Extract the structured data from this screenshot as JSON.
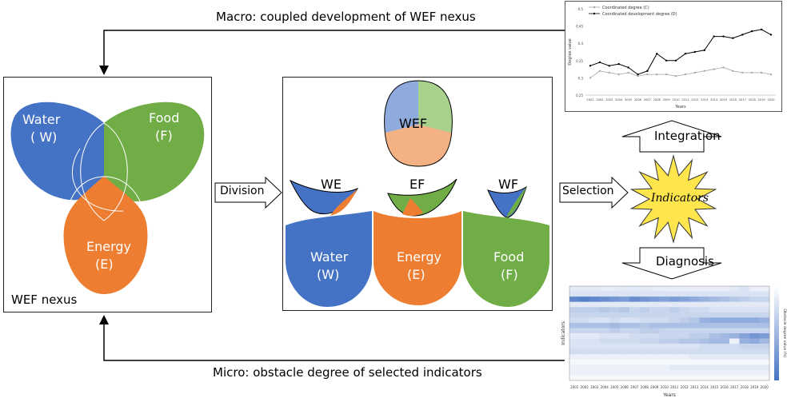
{
  "arrows": {
    "macro": "Macro: coupled development of WEF nexus",
    "micro": "Micro: obstacle degree of selected indicators",
    "division": "Division",
    "selection": "Selection",
    "integration": "Integration",
    "diagnosis": "Diagnosis"
  },
  "nexus": {
    "caption": "WEF nexus",
    "water": {
      "name": "Water",
      "code": "( W)"
    },
    "food": {
      "name": "Food",
      "code": "(F)"
    },
    "energy": {
      "name": "Energy",
      "code": "(E)"
    }
  },
  "division_panel": {
    "top": "WEF",
    "pairs": [
      "WE",
      "EF",
      "WF"
    ],
    "water": {
      "name": "Water",
      "code": "(W)"
    },
    "energy": {
      "name": "Energy",
      "code": "(E)"
    },
    "food": {
      "name": "Food",
      "code": "(F)"
    }
  },
  "indicators_label": "Indicators",
  "colors": {
    "water": "#4472c4",
    "food": "#70ad47",
    "energy": "#ed7d31",
    "wef_water": "#8faadc",
    "wef_food": "#a9d18e",
    "wef_energy": "#f4b183",
    "burst": "#ffe64d"
  },
  "chart_data": [
    {
      "type": "line",
      "x": [
        "2001",
        "2002",
        "2003",
        "2004",
        "2005",
        "2006",
        "2007",
        "2008",
        "2009",
        "2010",
        "2011",
        "2012",
        "2013",
        "2014",
        "2015",
        "2016",
        "2017",
        "2018",
        "2019",
        "2020"
      ],
      "series": [
        {
          "name": "Coordinated degree (C)",
          "color": "#a6a6a6",
          "values": [
            0.3,
            0.32,
            0.315,
            0.31,
            0.315,
            0.305,
            0.31,
            0.31,
            0.31,
            0.305,
            0.31,
            0.315,
            0.32,
            0.325,
            0.33,
            0.32,
            0.315,
            0.315,
            0.315,
            0.31
          ]
        },
        {
          "name": "Coordinated development degree (D)",
          "color": "#000000",
          "values": [
            0.335,
            0.345,
            0.335,
            0.34,
            0.33,
            0.31,
            0.32,
            0.37,
            0.35,
            0.35,
            0.37,
            0.375,
            0.38,
            0.42,
            0.42,
            0.415,
            0.425,
            0.435,
            0.44,
            0.425
          ]
        }
      ],
      "xlabel": "Years",
      "ylabel": "Degree value",
      "yticks": [
        "0.25",
        "0.3",
        "0.35",
        "0.4",
        "0.45",
        "0.5"
      ],
      "ylim": [
        0.25,
        0.5
      ],
      "legend": "top-left"
    },
    {
      "type": "heatmap",
      "x": [
        "2001",
        "2002",
        "2003",
        "2004",
        "2005",
        "2006",
        "2007",
        "2008",
        "2009",
        "2010",
        "2011",
        "2012",
        "2013",
        "2014",
        "2015",
        "2016",
        "2017",
        "2018",
        "2019",
        "2020"
      ],
      "rows": 18,
      "values": [
        [
          0.15,
          0.15,
          0.15,
          0.14,
          0.14,
          0.15,
          0.16,
          0.15,
          0.14,
          0.14,
          0.13,
          0.13,
          0.12,
          0.12,
          0.12,
          0.12,
          0.15,
          0.2,
          0.12,
          0.1
        ],
        [
          0.2,
          0.2,
          0.2,
          0.2,
          0.2,
          0.2,
          0.2,
          0.2,
          0.2,
          0.2,
          0.2,
          0.2,
          0.2,
          0.2,
          0.2,
          0.2,
          0.2,
          0.2,
          0.2,
          0.2
        ],
        [
          0.85,
          0.9,
          0.85,
          0.8,
          0.75,
          0.7,
          0.8,
          0.75,
          0.7,
          0.65,
          0.7,
          0.65,
          0.6,
          0.55,
          0.5,
          0.45,
          0.4,
          0.35,
          0.3,
          0.3
        ],
        [
          0.15,
          0.15,
          0.15,
          0.15,
          0.15,
          0.15,
          0.15,
          0.15,
          0.15,
          0.15,
          0.15,
          0.15,
          0.15,
          0.15,
          0.15,
          0.15,
          0.15,
          0.15,
          0.15,
          0.15
        ],
        [
          0.35,
          0.35,
          0.35,
          0.4,
          0.35,
          0.4,
          0.3,
          0.35,
          0.3,
          0.3,
          0.35,
          0.3,
          0.25,
          0.25,
          0.2,
          0.2,
          0.2,
          0.2,
          0.2,
          0.2
        ],
        [
          0.3,
          0.3,
          0.3,
          0.3,
          0.3,
          0.3,
          0.3,
          0.3,
          0.3,
          0.3,
          0.3,
          0.3,
          0.3,
          0.3,
          0.3,
          0.3,
          0.3,
          0.3,
          0.3,
          0.3
        ],
        [
          0.25,
          0.25,
          0.2,
          0.2,
          0.25,
          0.2,
          0.2,
          0.25,
          0.25,
          0.25,
          0.3,
          0.35,
          0.4,
          0.55,
          0.6,
          0.6,
          0.6,
          0.6,
          0.6,
          0.55
        ],
        [
          0.45,
          0.45,
          0.45,
          0.45,
          0.5,
          0.45,
          0.45,
          0.4,
          0.45,
          0.45,
          0.45,
          0.45,
          0.45,
          0.45,
          0.45,
          0.45,
          0.45,
          0.45,
          0.45,
          0.45
        ],
        [
          0.3,
          0.3,
          0.3,
          0.3,
          0.35,
          0.3,
          0.3,
          0.35,
          0.35,
          0.3,
          0.3,
          0.3,
          0.3,
          0.3,
          0.3,
          0.3,
          0.3,
          0.3,
          0.3,
          0.3
        ],
        [
          0.15,
          0.15,
          0.15,
          0.2,
          0.2,
          0.2,
          0.25,
          0.25,
          0.25,
          0.3,
          0.3,
          0.3,
          0.35,
          0.35,
          0.45,
          0.5,
          0.55,
          0.65,
          0.75,
          0.7
        ],
        [
          0.2,
          0.2,
          0.2,
          0.25,
          0.25,
          0.25,
          0.25,
          0.3,
          0.3,
          0.35,
          0.35,
          0.4,
          0.4,
          0.45,
          0.5,
          0.5,
          0.1,
          0.55,
          0.6,
          0.5
        ],
        [
          0.2,
          0.2,
          0.2,
          0.2,
          0.2,
          0.2,
          0.2,
          0.2,
          0.2,
          0.2,
          0.2,
          0.2,
          0.2,
          0.25,
          0.25,
          0.25,
          0.25,
          0.3,
          0.3,
          0.3
        ],
        [
          0.25,
          0.25,
          0.25,
          0.25,
          0.25,
          0.25,
          0.25,
          0.25,
          0.25,
          0.25,
          0.25,
          0.25,
          0.25,
          0.25,
          0.25,
          0.25,
          0.25,
          0.25,
          0.25,
          0.25
        ],
        [
          0.1,
          0.1,
          0.1,
          0.1,
          0.1,
          0.1,
          0.1,
          0.1,
          0.1,
          0.1,
          0.1,
          0.1,
          0.15,
          0.15,
          0.15,
          0.15,
          0.15,
          0.15,
          0.15,
          0.15
        ],
        [
          0.05,
          0.05,
          0.05,
          0.05,
          0.05,
          0.05,
          0.05,
          0.05,
          0.05,
          0.05,
          0.05,
          0.05,
          0.05,
          0.05,
          0.05,
          0.05,
          0.05,
          0.05,
          0.05,
          0.05
        ],
        [
          0.1,
          0.1,
          0.1,
          0.1,
          0.1,
          0.1,
          0.1,
          0.1,
          0.1,
          0.1,
          0.15,
          0.15,
          0.15,
          0.15,
          0.15,
          0.15,
          0.15,
          0.15,
          0.15,
          0.15
        ],
        [
          0.1,
          0.1,
          0.1,
          0.1,
          0.1,
          0.1,
          0.1,
          0.1,
          0.1,
          0.1,
          0.1,
          0.1,
          0.1,
          0.1,
          0.1,
          0.1,
          0.1,
          0.1,
          0.1,
          0.1
        ],
        [
          0.05,
          0.05,
          0.05,
          0.05,
          0.05,
          0.05,
          0.05,
          0.05,
          0.05,
          0.05,
          0.05,
          0.05,
          0.05,
          0.05,
          0.05,
          0.05,
          0.05,
          0.05,
          0.05,
          0.05
        ]
      ],
      "xlabel": "Years",
      "ylabel": "Indicators",
      "colorbar_label": "Obstacle degree value (%)",
      "colorscale": [
        "#ffffff",
        "#4472c4"
      ]
    }
  ]
}
